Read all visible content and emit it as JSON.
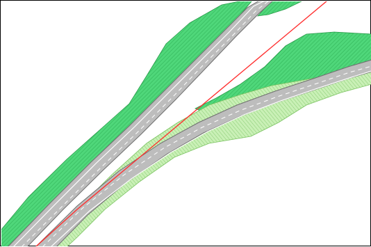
{
  "viewer": {
    "content": "road-interchange-plan-drawing"
  },
  "colors": {
    "background": "#ffffff",
    "frame_border": "#000000",
    "embankment_fill_dark": "#4fd77a",
    "embankment_fill_light": "#c9f0b6",
    "embankment_hatch": "#1a9a40",
    "embankment_hatch_light": "#6dbb56",
    "pavement": "#bdbdbd",
    "pavement_edge": "#7a7a7a",
    "shoulder_stripe": "#ffffff",
    "lane_dash": "#ffffff",
    "alignment_line": "#ff3030"
  },
  "icons": {
    "alignment": "red-centerline",
    "lanes": "dashed-lane-marking"
  }
}
